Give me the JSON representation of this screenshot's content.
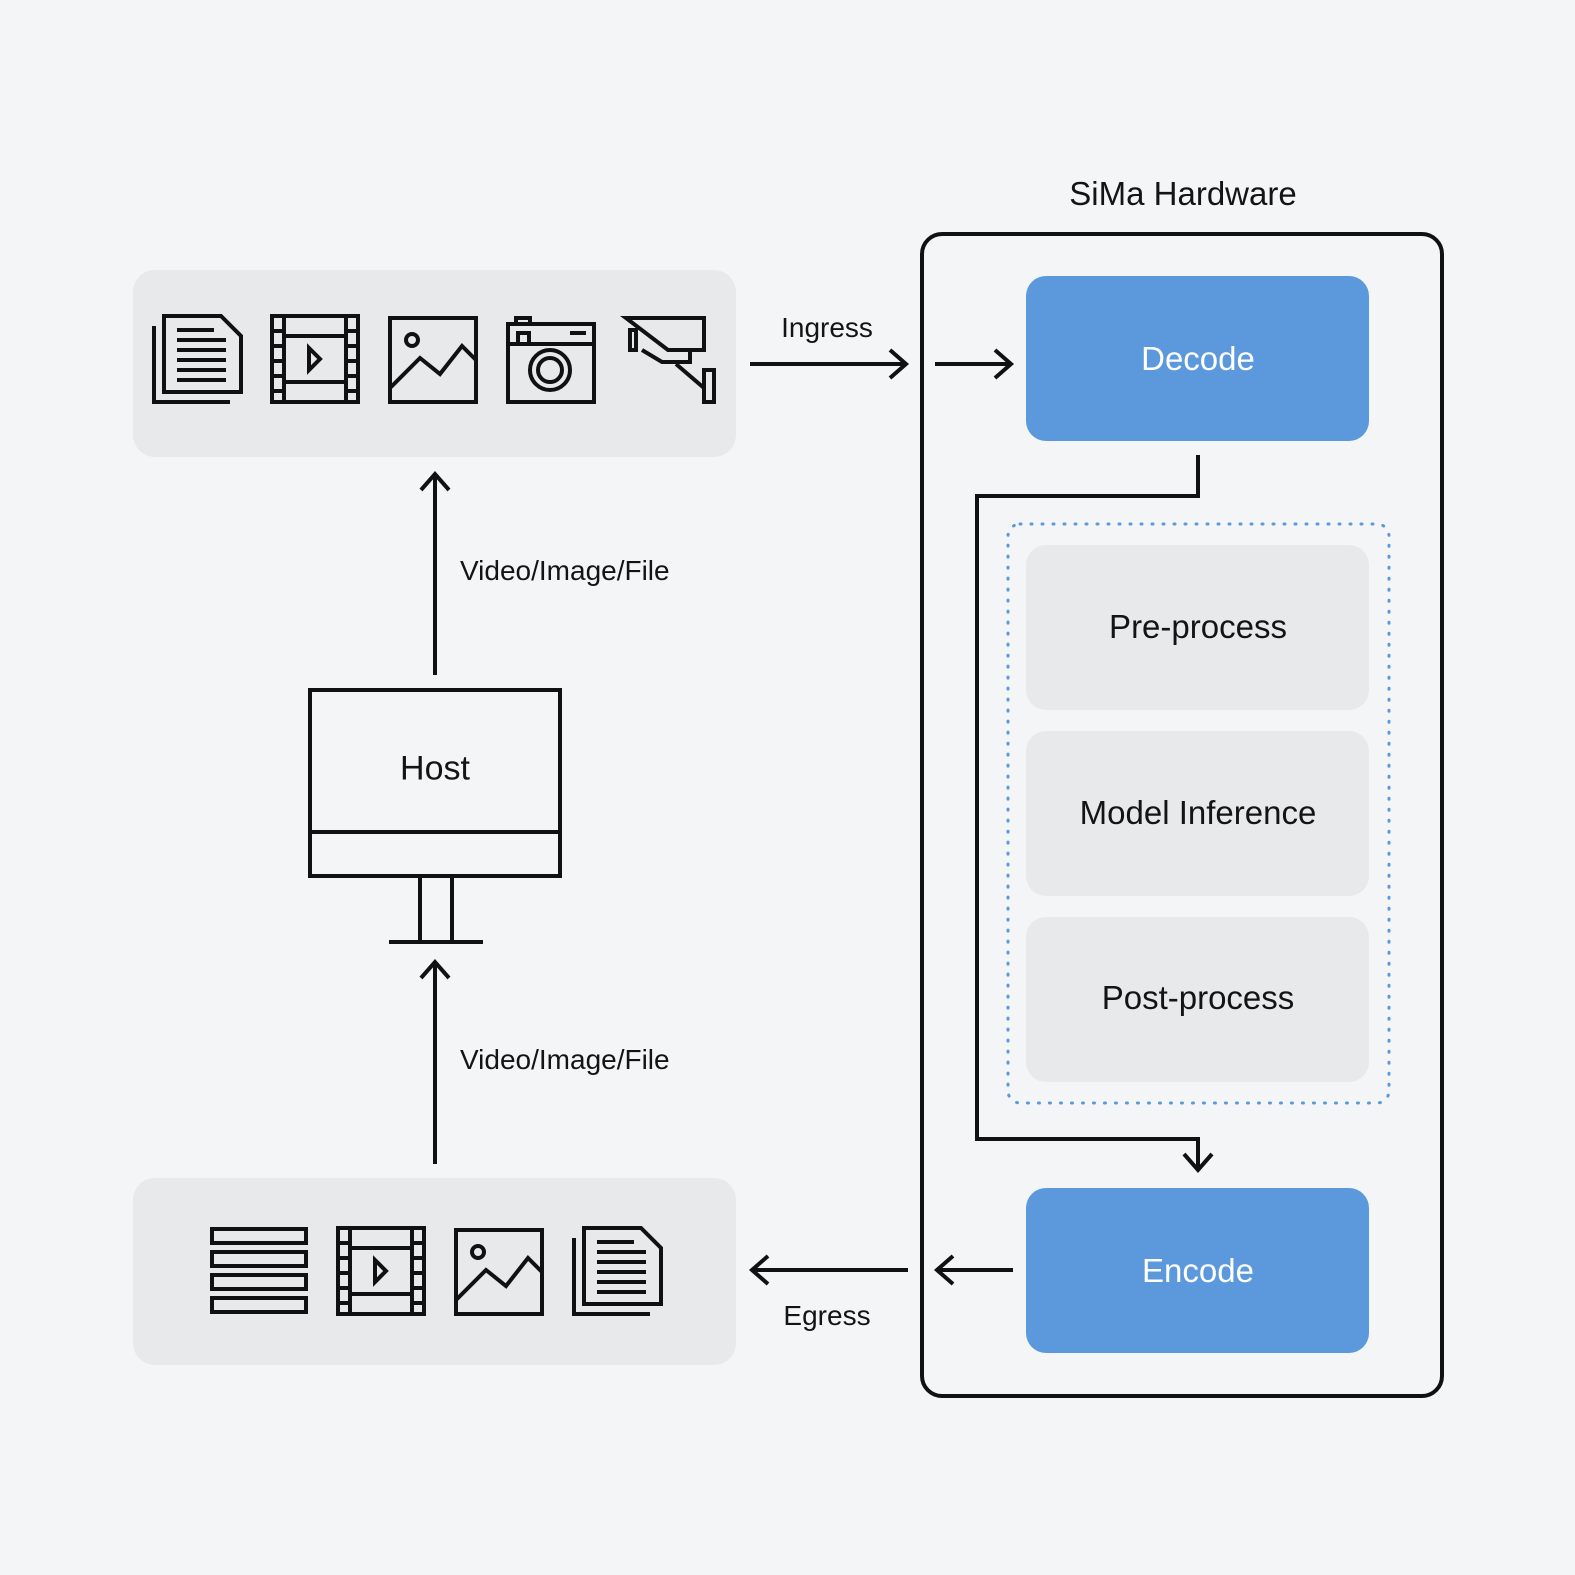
{
  "hardware": {
    "title": "SiMa Hardware",
    "stages": {
      "decode": "Decode",
      "preprocess": "Pre-process",
      "inference": "Model Inference",
      "postprocess": "Post-process",
      "encode": "Encode"
    }
  },
  "host": {
    "label": "Host"
  },
  "edges": {
    "ingress": "Ingress",
    "egress": "Egress",
    "host_to_inputs": "Video/Image/File",
    "outputs_to_host": "Video/Image/File"
  },
  "input_panel": {
    "icons": [
      "document-icon",
      "video-film-icon",
      "image-icon",
      "camera-icon",
      "security-camera-icon"
    ]
  },
  "output_panel": {
    "icons": [
      "data-rows-icon",
      "video-film-icon",
      "image-icon",
      "document-icon"
    ]
  },
  "colors": {
    "background": "#f3f5f7",
    "panel": "#e8e9eb",
    "accent_blue": "#5b98dc",
    "dotted_group": "#5b98dc",
    "stroke": "#111111"
  }
}
